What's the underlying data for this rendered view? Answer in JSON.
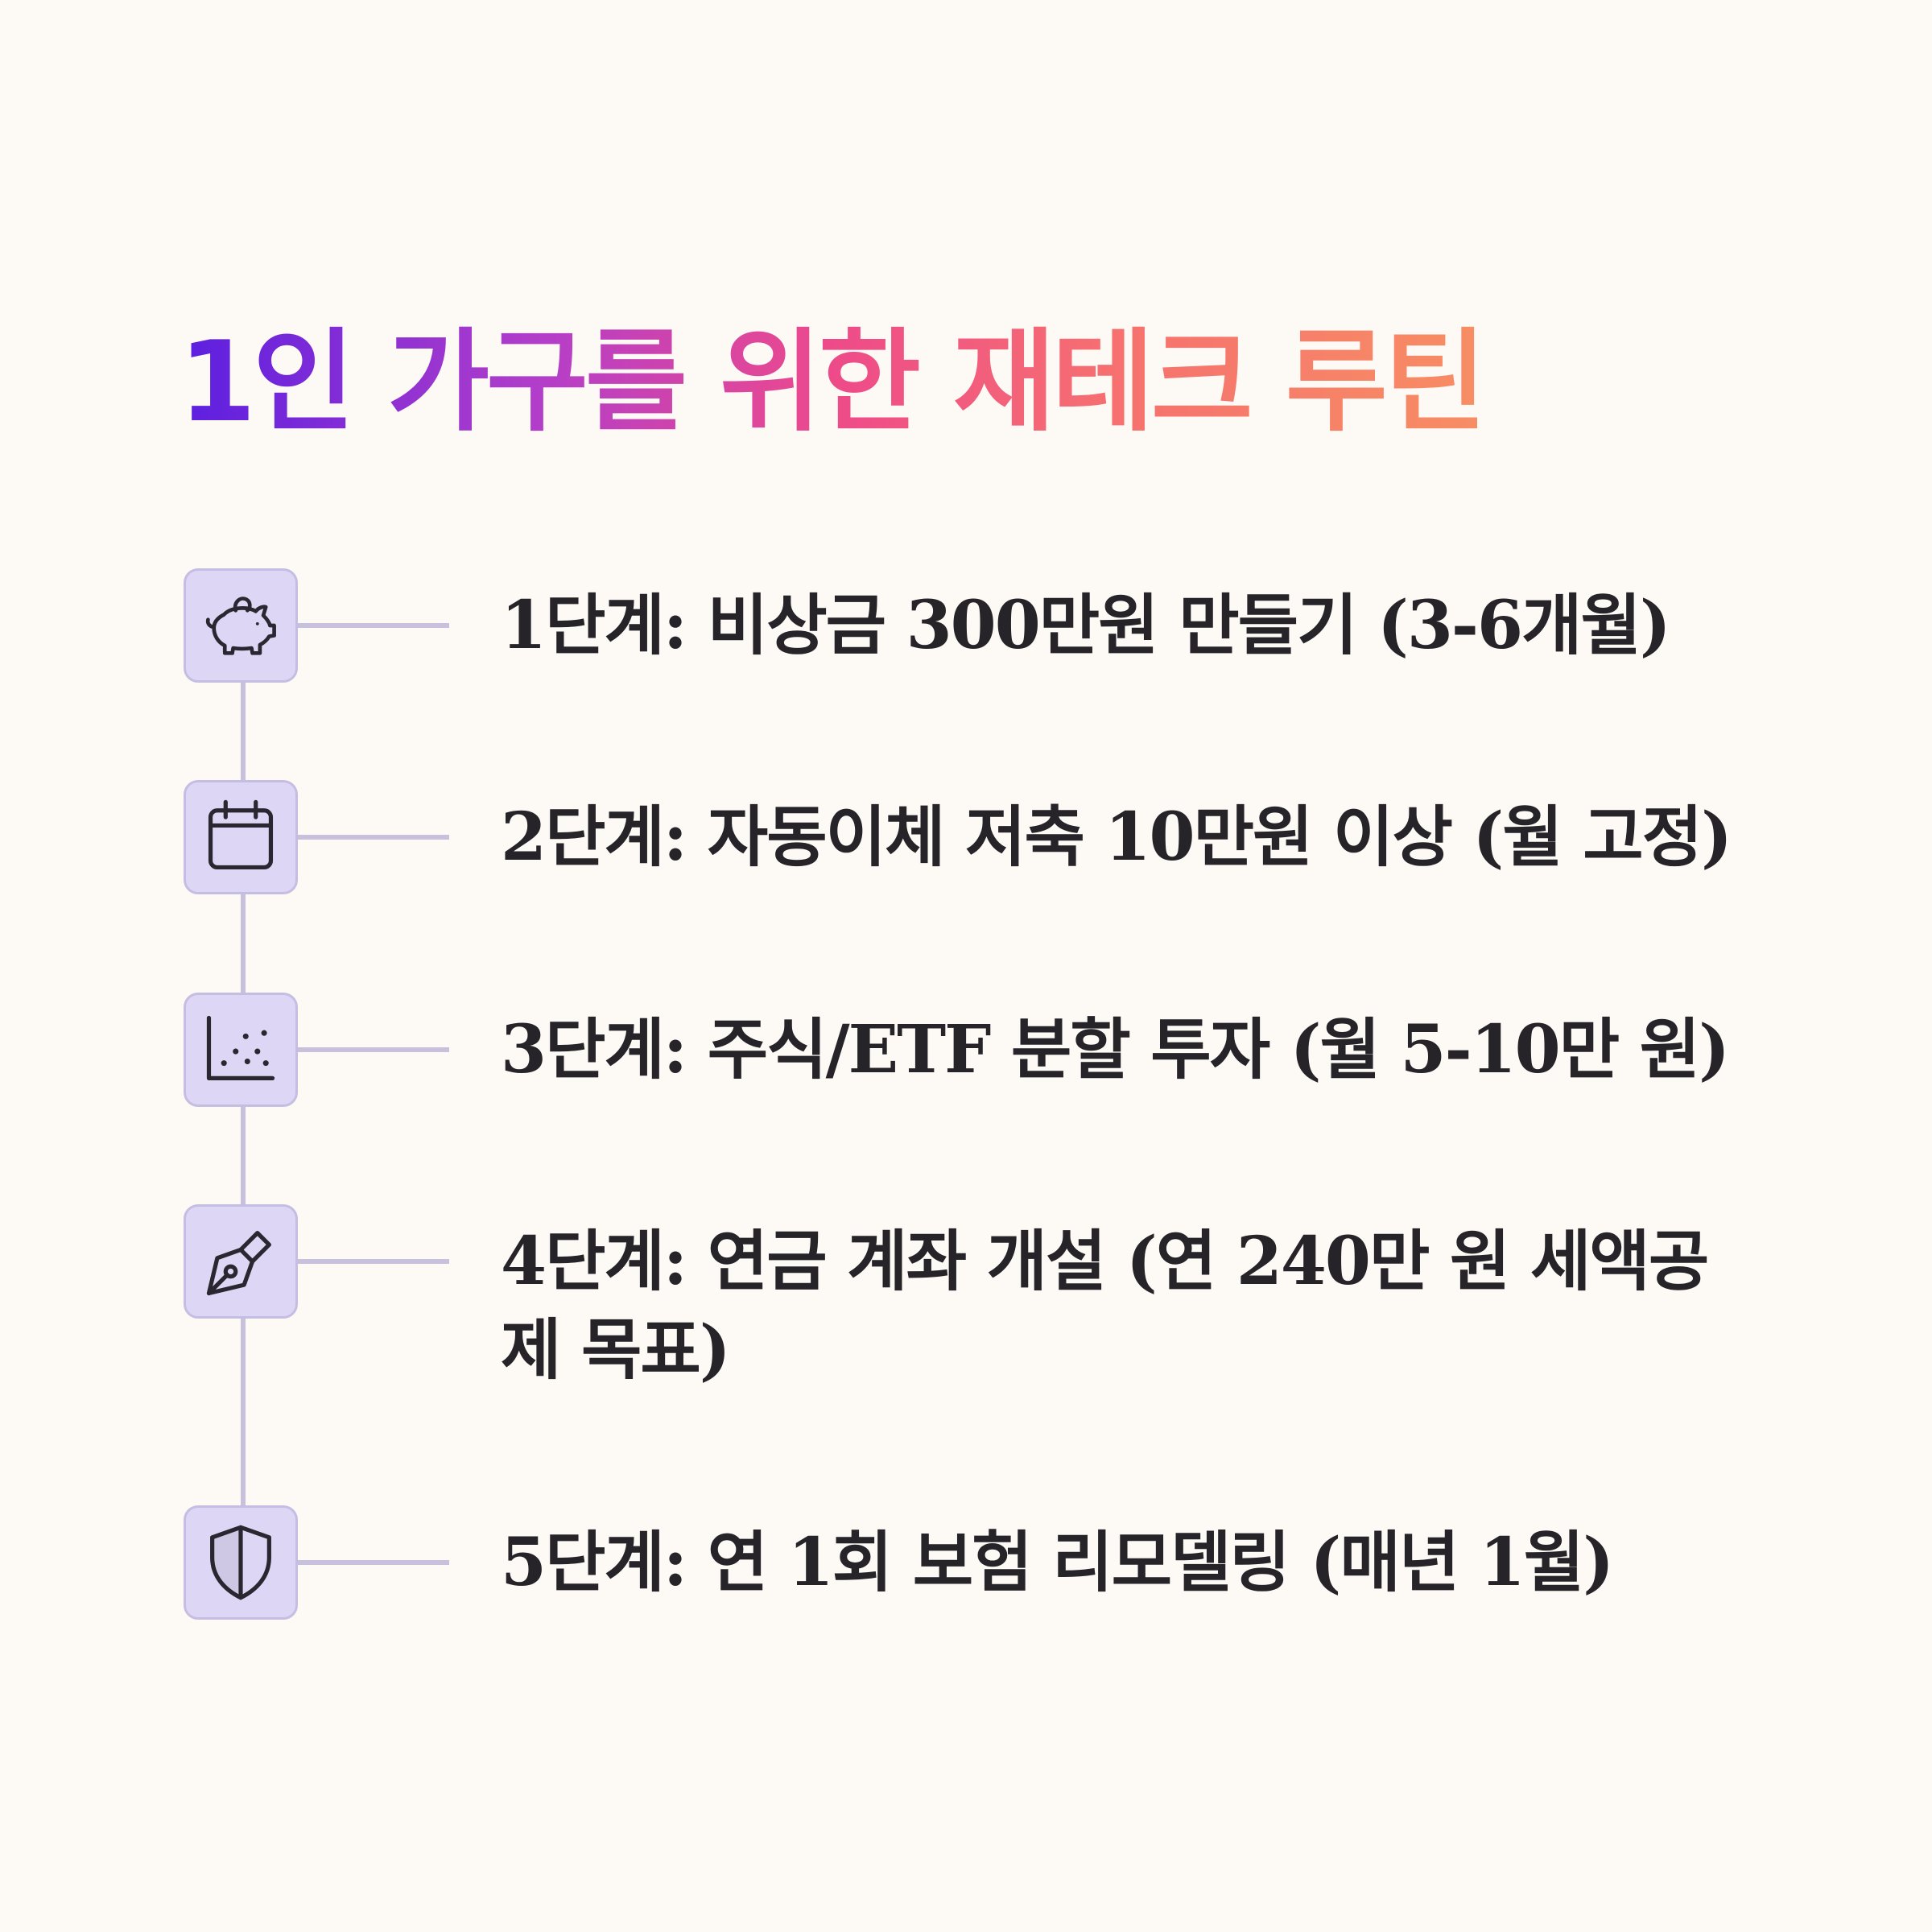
{
  "title": "1인 가구를 위한 재테크 루틴",
  "colors": {
    "background": "#fdfaf6",
    "title_gradient": [
      "#5b1fe0",
      "#b43ec9",
      "#ee4a8a",
      "#f6716f",
      "#f78e63"
    ],
    "icon_box": "#ddd6f5",
    "connector": "#c8c1dd",
    "text": "#262329"
  },
  "steps": [
    {
      "icon": "piggy-bank-icon",
      "text": "1단계: 비상금 300만원 만들기 (3-6개월)"
    },
    {
      "icon": "calendar-icon",
      "text": "2단계: 자동이체 저축 10만원 이상 (월 고정)"
    },
    {
      "icon": "scatter-chart-icon",
      "text": "3단계: 주식/ETF 분할 투자 (월 5-10만 원)"
    },
    {
      "icon": "pen-nib-icon",
      "text": "4단계: 연금 계좌 개설 (연 240만 원 세액공제 목표)"
    },
    {
      "icon": "shield-icon",
      "text": "5단계: 연 1회 보험 리모델링 (매년 1월)"
    }
  ]
}
